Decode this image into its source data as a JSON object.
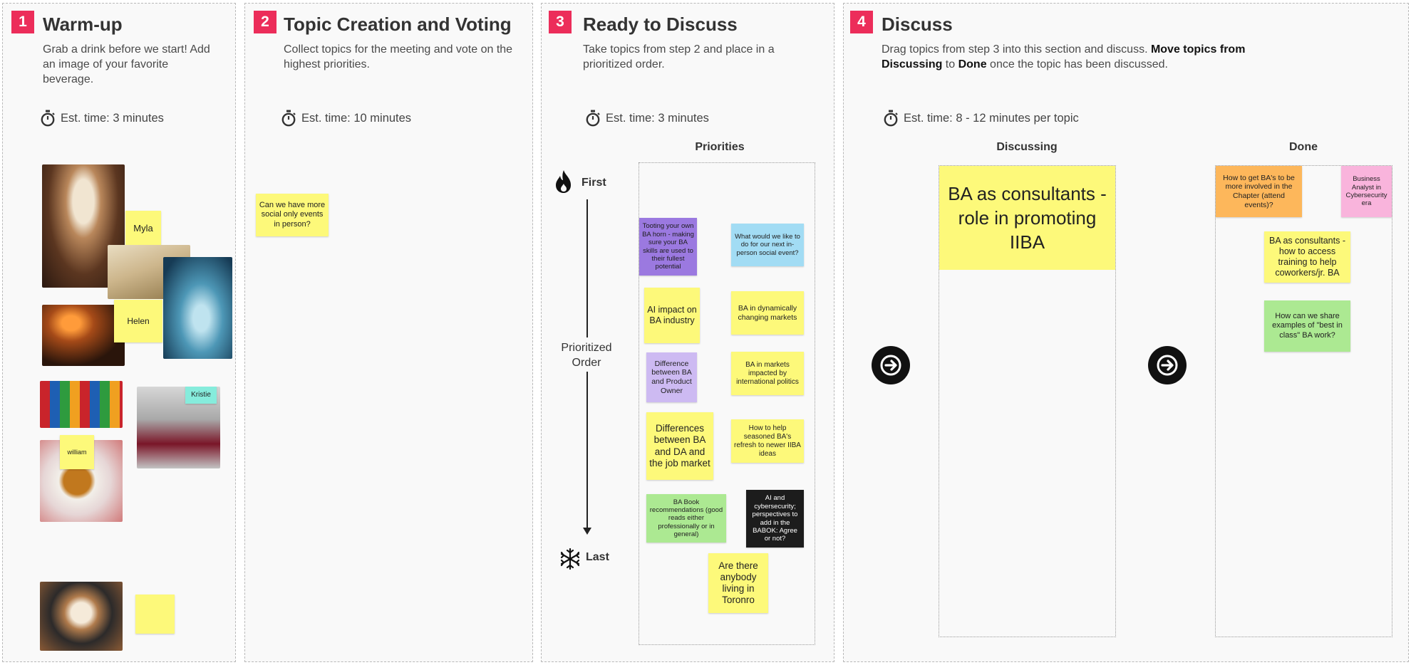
{
  "sections": [
    {
      "number": "1",
      "title": "Warm-up",
      "description": "Grab a drink before we start! Add an image of your favorite beverage.",
      "time": "Est. time: 3 minutes"
    },
    {
      "number": "2",
      "title": "Topic Creation and Voting",
      "description": "Collect topics for the meeting and vote on the highest priorities.",
      "time": "Est. time: 10 minutes"
    },
    {
      "number": "3",
      "title": "Ready to Discuss",
      "description": "Take topics from step 2 and place in a prioritized order.",
      "time": "Est. time: 3 minutes"
    },
    {
      "number": "4",
      "title": "Discuss",
      "description_parts": {
        "a": "Drag topics from step 3 into this section and discuss. ",
        "b": "Move topics from ",
        "c": "Discussing",
        "d": " to ",
        "e": "Done",
        "f": " once the topic has been discussed."
      },
      "time": "Est. time: 8 - 12 minutes per topic"
    }
  ],
  "warmup_notes": {
    "myla": "Myla",
    "helen": "Helen",
    "kristie": "Kristie",
    "william": "william"
  },
  "warmup_photos": [
    "hot chocolate",
    "tea pot",
    "water glass",
    "coffee by fireplace",
    "soda bottles",
    "red wine",
    "tea cup",
    "cappuccino"
  ],
  "topic_notes": {
    "social": "Can we have more social only events in person?"
  },
  "priorities": {
    "header": "Priorities",
    "first": "First",
    "last": "Last",
    "axis": "Prioritized Order",
    "notes": [
      "Tooting your own BA horn - making sure your BA skills are used to their fullest potential",
      "What would we like to do for our next in-person social event?",
      "AI impact on BA industry",
      "BA in dynamically changing markets",
      "Difference between BA and Product Owner",
      "BA in markets impacted by international politics",
      "Differences between BA and DA and the job market",
      "How to help seasoned BA's refresh to newer IIBA ideas",
      "BA Book recommendations (good reads either professionally or in general)",
      "AI and cybersecurity; perspectives to add in the BABOK: Agree or not?",
      "Are there anybody living in Toronro"
    ]
  },
  "discussing": {
    "header": "Discussing",
    "note": "BA as consultants - role in promoting IIBA"
  },
  "done": {
    "header": "Done",
    "notes": [
      "How to get BA's to be more involved in the Chapter (attend events)?",
      "Business Analyst in Cybersecurity era",
      "BA as consultants - how to access training to help coworkers/jr. BA",
      "How can we share examples of \"best in class\" BA work?"
    ]
  },
  "icons": {
    "timer": "stopwatch-icon",
    "first": "fire-icon",
    "last": "snowflake-icon",
    "next": "arrow-right-circle-icon"
  }
}
